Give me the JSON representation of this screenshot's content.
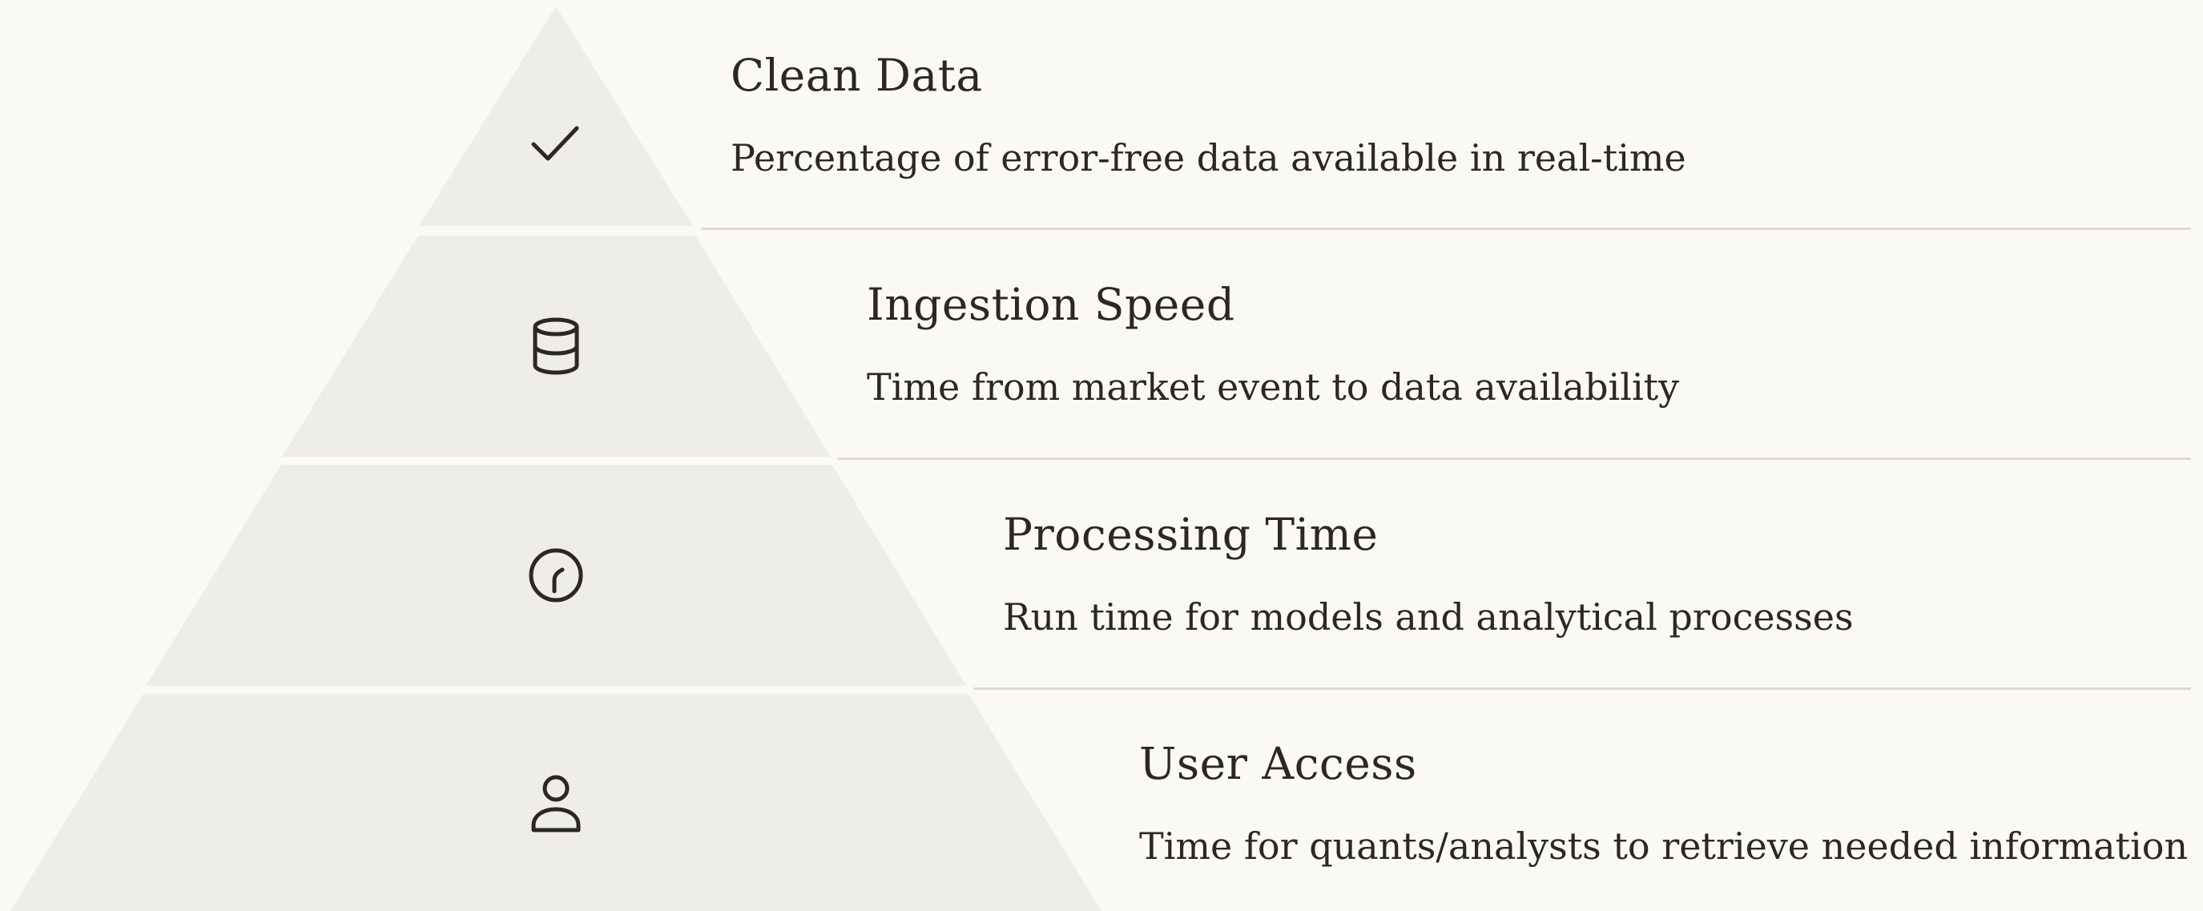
{
  "colors": {
    "background": "#faf9f5",
    "tier_fill": "#efede7",
    "text": "#2b2824",
    "divider": "#dcdad3",
    "icon_stroke": "#2b2824"
  },
  "tiers": [
    {
      "title": "Clean Data",
      "description": "Percentage of error-free data available in real-time",
      "icon": "check-icon"
    },
    {
      "title": "Ingestion Speed",
      "description": "Time from market event to data availability",
      "icon": "database-icon"
    },
    {
      "title": "Processing Time",
      "description": "Run time for models and analytical processes",
      "icon": "clock-icon"
    },
    {
      "title": "User Access",
      "description": "Time for quants/analysts to retrieve needed information",
      "icon": "user-icon"
    }
  ]
}
